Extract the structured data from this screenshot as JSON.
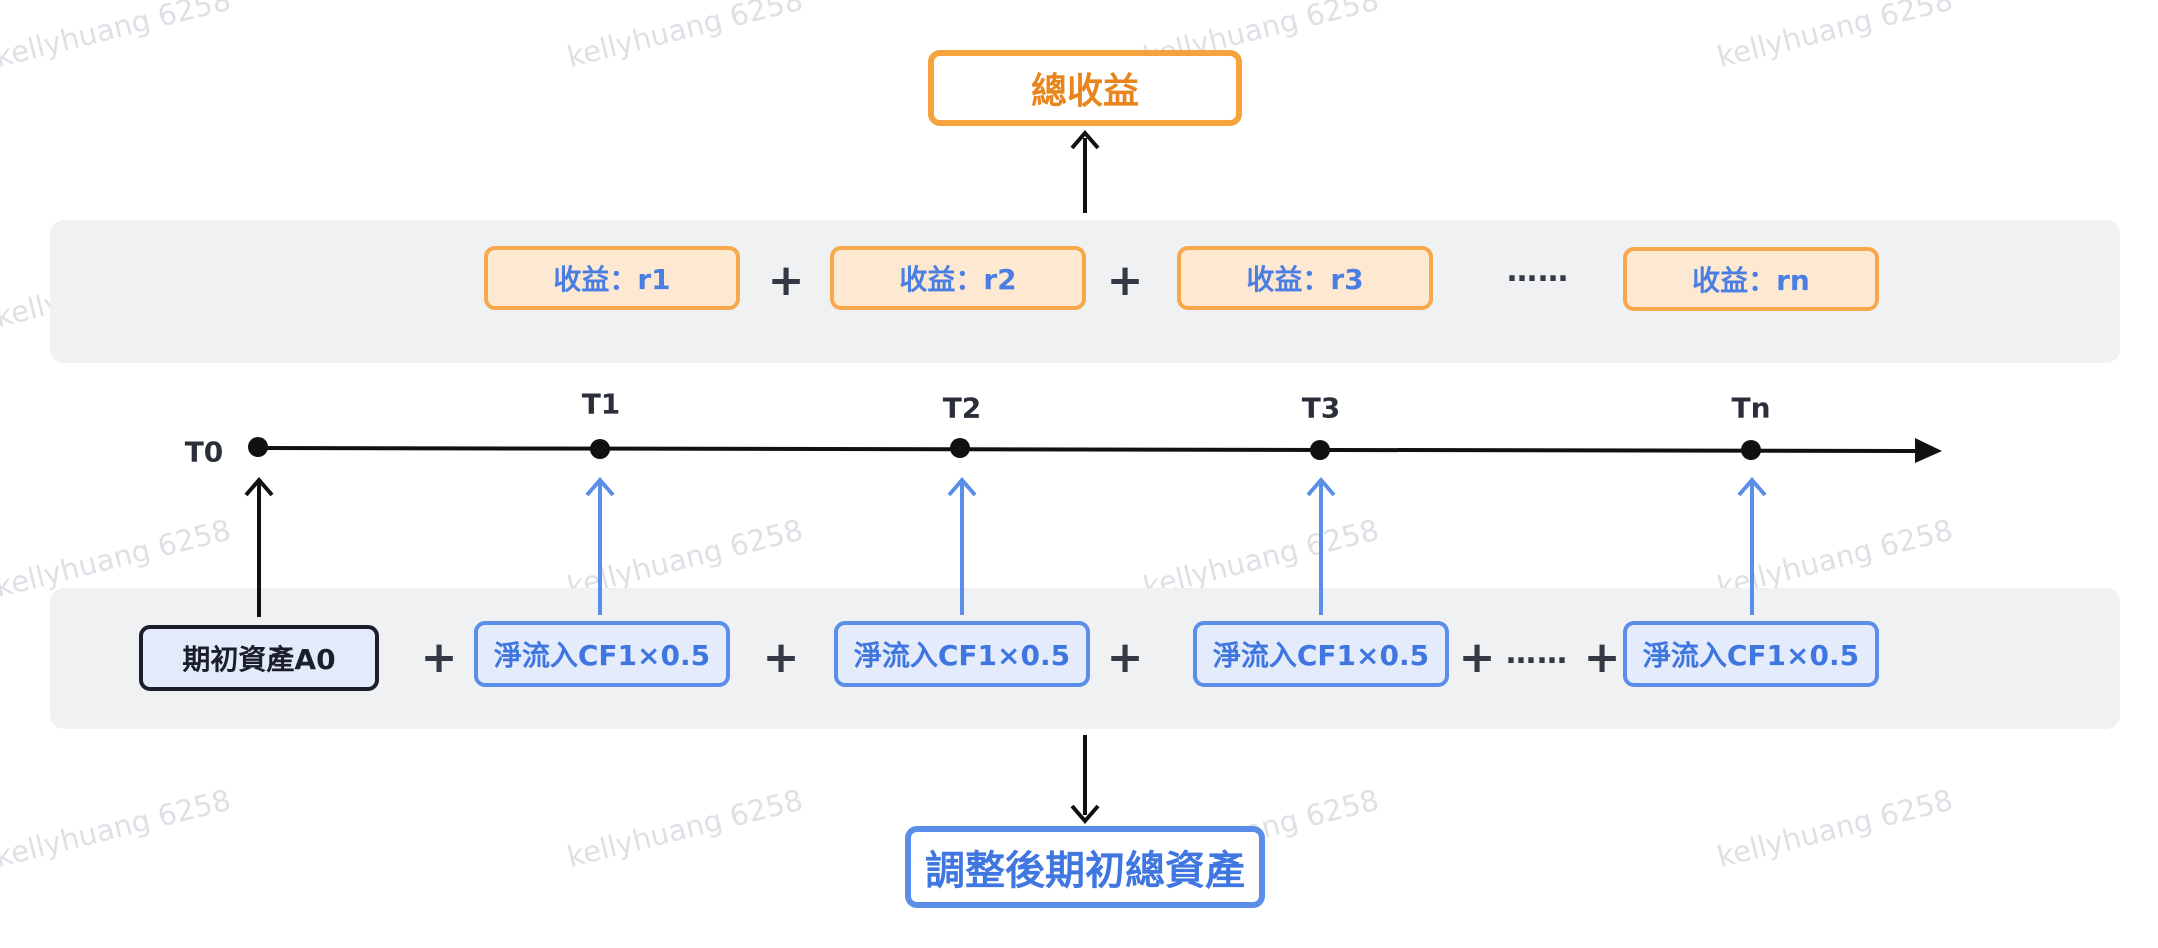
{
  "watermark": "kellyhuang 6258",
  "top_result": "總收益",
  "bottom_result": "調整後期初總資產",
  "returns": [
    "收益：r1",
    "收益：r2",
    "收益：r3",
    "收益：rn"
  ],
  "ellipsis": "……",
  "plus": "+",
  "timeline_labels": [
    "T0",
    "T1",
    "T2",
    "T3",
    "Tn"
  ],
  "initial_asset": "期初資產A0",
  "cash_flows": [
    "淨流入CF1×0.5",
    "淨流入CF1×0.5",
    "淨流入CF1×0.5",
    "淨流入CF1×0.5"
  ],
  "colors": {
    "orange": "#f7a33d",
    "blue": "#5a8ee8",
    "dark": "#1b1f2b",
    "band": "#f0f1f3"
  }
}
